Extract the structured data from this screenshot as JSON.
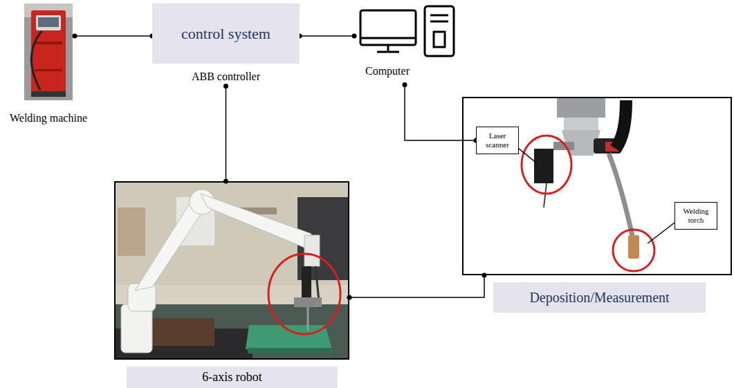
{
  "diagram": {
    "nodes": [
      {
        "text": [
          "Welding machine"
        ]
      },
      {
        "text": [
          "control system",
          "ABB controller"
        ]
      },
      {
        "text": [
          "Computer"
        ]
      },
      {
        "text": [
          "6-axis robot"
        ]
      },
      {
        "text": [
          "Deposition/Measurement"
        ]
      },
      {
        "text": [
          "Laser scanner"
        ],
        "in": 4
      },
      {
        "text": [
          "Welding torch"
        ],
        "in": 4
      }
    ],
    "edges": [
      {
        "from": 0,
        "to": 1,
        "arrow": "none"
      },
      {
        "from": 1,
        "to": 2,
        "arrow": "none"
      },
      {
        "from": 1,
        "to": 3,
        "arrow": "none"
      },
      {
        "from": 2,
        "to": 5,
        "arrow": "none"
      },
      {
        "from": 3,
        "to": 4,
        "arrow": "none"
      }
    ]
  }
}
